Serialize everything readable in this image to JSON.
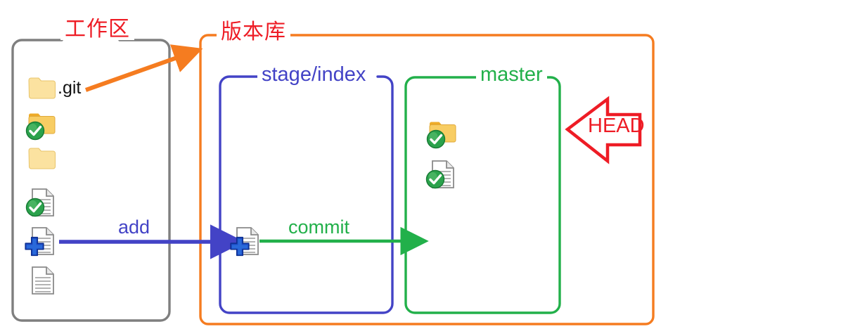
{
  "diagram": {
    "title_workspace": "工作区",
    "title_repository": "版本库",
    "title_stage": "stage/index",
    "title_master": "master",
    "label_add": "add",
    "label_commit": "commit",
    "label_head": "HEAD",
    "label_git_folder": ".git",
    "colors": {
      "workspace_border": "#7f7f7f",
      "repository_border": "#f57c20",
      "stage_border": "#4343c6",
      "master_border": "#22b04a",
      "head_arrow": "#ee1c25",
      "chinese_label": "#ee1c25",
      "folder_plain": "#fbe2a0",
      "folder_yellow": "#f5c243",
      "check_green": "#2ba24c",
      "plus_blue": "#1b49c4",
      "document_gray": "#8a8a8a"
    },
    "workspace_items": [
      {
        "icon": "folder-icon",
        "label": ".git",
        "state": "plain"
      },
      {
        "icon": "folder-check-icon",
        "label": "",
        "state": "committed"
      },
      {
        "icon": "folder-icon",
        "label": "",
        "state": "plain"
      },
      {
        "icon": "document-check-icon",
        "label": "",
        "state": "committed"
      },
      {
        "icon": "document-plus-icon",
        "label": "",
        "state": "added"
      },
      {
        "icon": "document-icon",
        "label": "",
        "state": "untracked"
      }
    ],
    "stage_items": [
      {
        "icon": "document-plus-icon",
        "label": "",
        "state": "added"
      }
    ],
    "master_items": [
      {
        "icon": "folder-check-icon",
        "label": "",
        "state": "committed"
      },
      {
        "icon": "document-check-icon",
        "label": "",
        "state": "committed"
      }
    ],
    "arrows": [
      {
        "name": "git-folder-pointer",
        "label": "",
        "color": "#f57c20"
      },
      {
        "name": "add-arrow",
        "label": "add",
        "color": "#4343c6"
      },
      {
        "name": "commit-arrow",
        "label": "commit",
        "color": "#22b04a"
      },
      {
        "name": "head-arrow",
        "label": "HEAD",
        "color": "#ee1c25"
      }
    ]
  }
}
